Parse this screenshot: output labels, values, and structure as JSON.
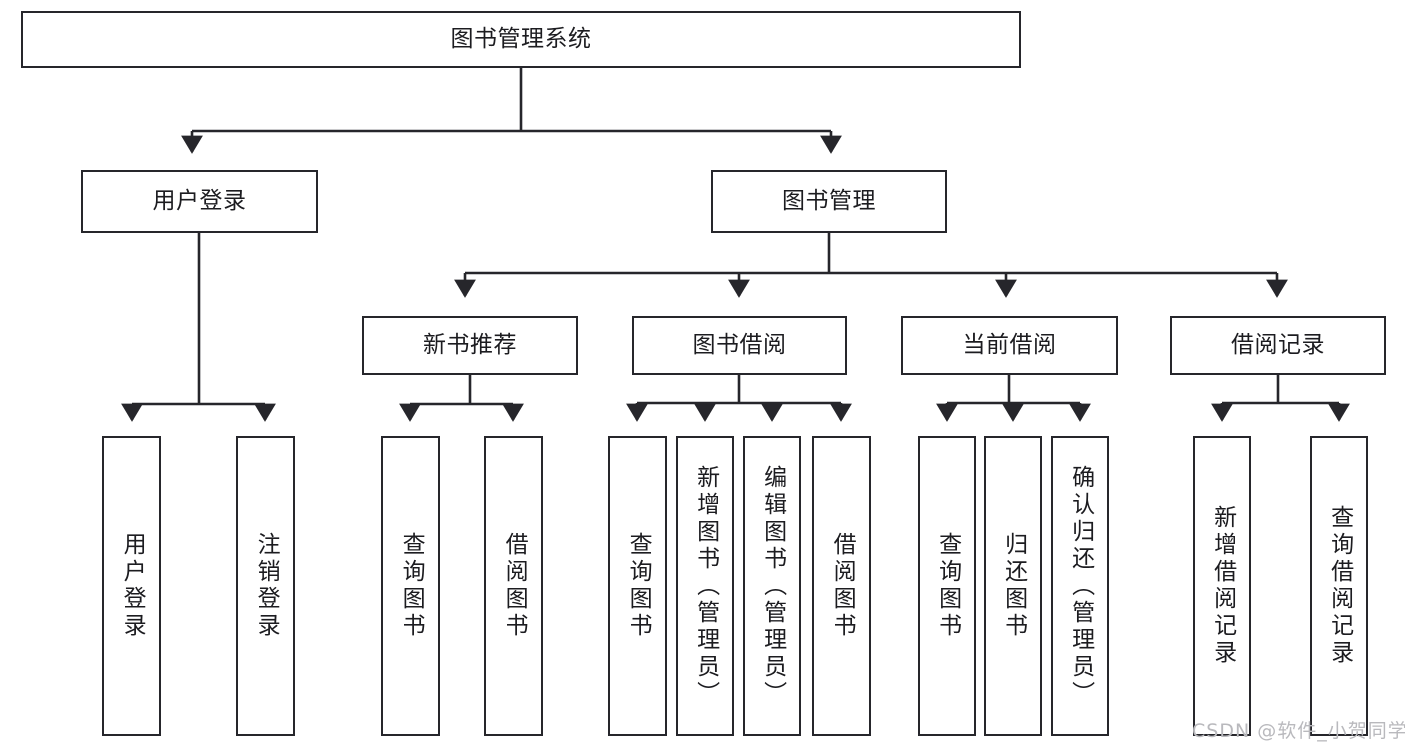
{
  "diagram": {
    "title": "图书管理系统",
    "type": "tree",
    "stroke_color": "#26262b",
    "fill_color": "#ffffff",
    "text_color": "#1c1c20",
    "watermark": "CSDN @软件_小贺同学"
  },
  "nodes": {
    "root": {
      "label": "图书管理系统"
    },
    "level2": [
      {
        "label": "用户登录"
      },
      {
        "label": "图书管理"
      }
    ],
    "level3": [
      {
        "label": "新书推荐"
      },
      {
        "label": "图书借阅"
      },
      {
        "label": "当前借阅"
      },
      {
        "label": "借阅记录"
      }
    ],
    "leaves": {
      "user_login": [
        {
          "label": "用户登录"
        },
        {
          "label": "注销登录"
        }
      ],
      "new_book": [
        {
          "label": "查询图书"
        },
        {
          "label": "借阅图书"
        }
      ],
      "book_borrow": [
        {
          "label": "查询图书"
        },
        {
          "label": "新增图书（管理员）"
        },
        {
          "label": "编辑图书（管理员）"
        },
        {
          "label": "借阅图书"
        }
      ],
      "current_borrow": [
        {
          "label": "查询图书"
        },
        {
          "label": "归还图书"
        },
        {
          "label": "确认归还（管理员）"
        }
      ],
      "borrow_record": [
        {
          "label": "新增借阅记录"
        },
        {
          "label": "查询借阅记录"
        }
      ]
    }
  }
}
